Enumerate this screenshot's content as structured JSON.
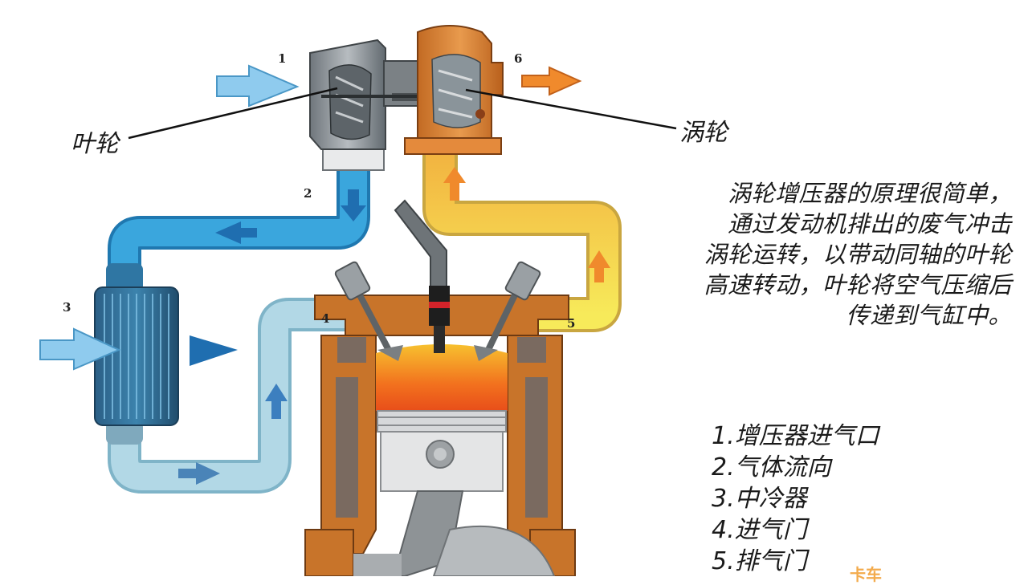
{
  "labels": {
    "impeller": "叶轮",
    "turbine": "涡轮"
  },
  "numbers": {
    "n1": "1",
    "n2": "2",
    "n3": "3",
    "n4": "4",
    "n5": "5",
    "n6": "6"
  },
  "description": [
    "涡轮增压器的原理很简单，",
    "通过发动机排出的废气冲击",
    "涡轮运转，以带动同轴的叶轮",
    "高速转动，叶轮将空气压缩后",
    "传递到气缸中。"
  ],
  "legend": [
    "1.增压器进气口",
    "2.气体流向",
    "3.中冷器",
    "4.进气门",
    "5.排气门"
  ],
  "watermark": "卡车",
  "colors": {
    "cold_air": "#2f9ad6",
    "intake_air": "#a9d3e3",
    "exhaust": "#f3c94a",
    "engine_body": "#c8742a",
    "combustion": "#f06a1e"
  }
}
